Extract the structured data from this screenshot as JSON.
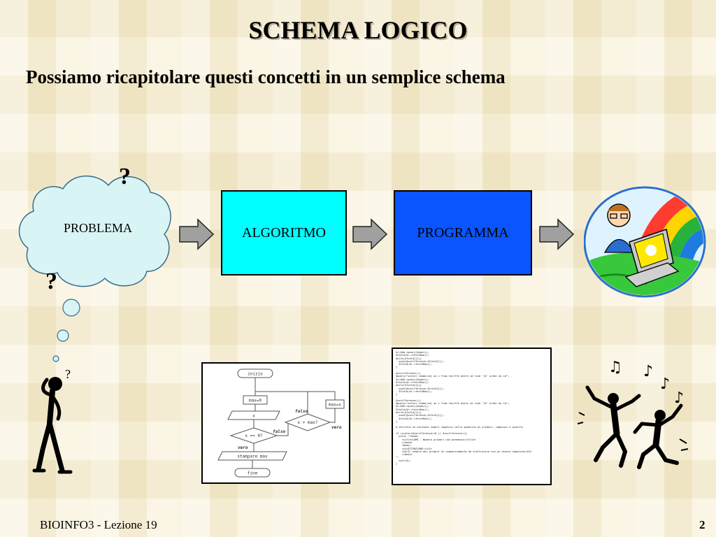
{
  "title": "SCHEMA LOGICO",
  "subtitle": "Possiamo ricapitolare questi concetti in un semplice schema",
  "diagram": {
    "nodes": {
      "problema": "PROBLEMA",
      "algoritmo": "ALGORITMO",
      "programma": "PROGRAMMA"
    },
    "question_mark": "?",
    "colors": {
      "algoritmo": "#00ffff",
      "programma": "#0a55ff",
      "arrow": "#a0a0a0",
      "cloud": "#d9f4f4"
    }
  },
  "flowchart": {
    "start": "inizio",
    "init": "max=0",
    "read": "x",
    "cond_end": "x == 0?",
    "cond_max": "x > max?",
    "assign": "max=x",
    "print": "stampare max",
    "end": "fine",
    "true_label": "vero",
    "false_label": "falso"
  },
  "code_listing": "$r=$db->query($query);\n$field=$r->fetchRow();\nwhile($field[1]){\n  push(@carifferenze,$field[1]);\n  $field=$r->fetchRow();\n}\n\n$carifferenze=();\n$query=\"select iname(id) as i from tariffe where id like '%5' order by id\";\n$r=$db->query($query);\n$field=$r->fetchRow();\nwhile($field[1]){\n  push(@carifferenze,$field[1]);\n  $field=$r->fetchRow();\n}\n\n$carifferenze=();\n$query=\"select iname(id) as i from tariffe where id like '%5' order by id\";\n$r=$db->query($query);\n$field=$r->fetchRow();\nwhile($field[1]){\n  push(@carifferenze,$field[1]);\n  $field=$r->fetchRow();\n}\n\n# verifica se esistono numeri negativi nella quantita di primari, campioni e piastre\n\nif (scalar(@carifferenze)<0 || $carifferenze)){\n  print \"<head>\n    <title>LAMS - Numero primari non permesso</title>\n    </head>\n    <body>\n    <h1>ATTENZIONE!</h1>\n    <h3>Il numero dei primari di sequenziamento da elettronico non pu essere negativo</h3>\n    </body>\n\";\n  exit(0);\n}",
  "footer": "BIOINFO3 - Lezione 19",
  "page_number": "2"
}
